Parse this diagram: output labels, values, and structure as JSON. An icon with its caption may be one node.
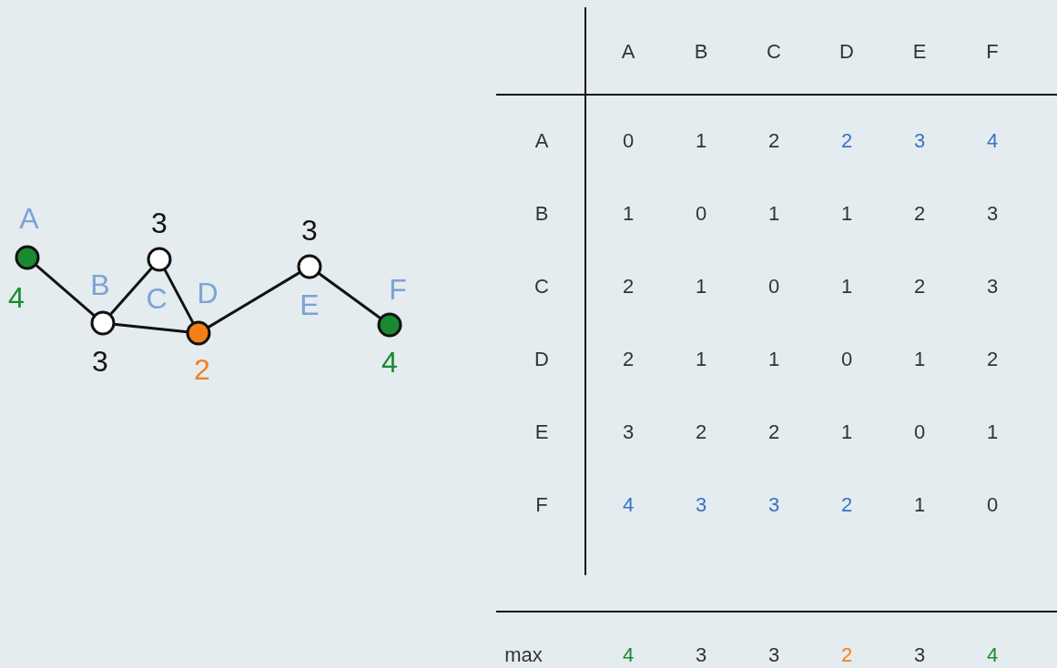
{
  "diagram": {
    "nodes": [
      {
        "text": [
          "A"
        ],
        "beside": [
          "4"
        ]
      },
      {
        "text": [
          "B"
        ],
        "beside": [
          "3"
        ]
      },
      {
        "text": [
          "C"
        ],
        "beside": [
          "3"
        ]
      },
      {
        "text": [
          "D"
        ],
        "beside": [
          "2"
        ]
      },
      {
        "text": [
          "E"
        ],
        "beside": [
          "3"
        ]
      },
      {
        "text": [
          "F"
        ],
        "beside": [
          "4"
        ]
      }
    ],
    "edges": [
      {
        "from": 0,
        "to": 1,
        "arrow": "none"
      },
      {
        "from": 1,
        "to": 2,
        "arrow": "none"
      },
      {
        "from": 2,
        "to": 3,
        "arrow": "none"
      },
      {
        "from": 1,
        "to": 3,
        "arrow": "none"
      },
      {
        "from": 3,
        "to": 4,
        "arrow": "none"
      },
      {
        "from": 4,
        "to": 5,
        "arrow": "none"
      }
    ],
    "labels": [
      "A",
      "B",
      "C",
      "D",
      "E",
      "F",
      "A",
      "0",
      "1",
      "2",
      "2",
      "3",
      "4",
      "B",
      "1",
      "0",
      "1",
      "1",
      "2",
      "3",
      "C",
      "2",
      "1",
      "0",
      "1",
      "2",
      "3",
      "D",
      "2",
      "1",
      "1",
      "0",
      "1",
      "2",
      "E",
      "3",
      "2",
      "2",
      "1",
      "0",
      "1",
      "F",
      "4",
      "3",
      "3",
      "2",
      "1",
      "0",
      "max",
      "4",
      "3",
      "3",
      "2",
      "3",
      "4"
    ]
  }
}
